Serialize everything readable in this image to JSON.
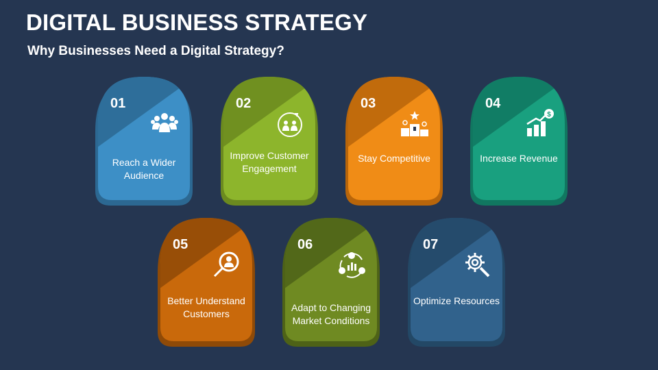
{
  "title": "DIGITAL BUSINESS STRATEGY",
  "subtitle": "Why Businesses Need a Digital Strategy?",
  "cards": [
    {
      "number": "01",
      "text": "Reach a Wider Audience",
      "icon": "audience-icon",
      "color": "#3d8fc6",
      "dark": "#2c6892"
    },
    {
      "number": "02",
      "text": "Improve Customer Engagement",
      "icon": "engagement-icon",
      "color": "#8db52c",
      "dark": "#6b8a1f"
    },
    {
      "number": "03",
      "text": "Stay Competitive",
      "icon": "podium-icon",
      "color": "#f08c16",
      "dark": "#b8650a"
    },
    {
      "number": "04",
      "text": "Increase Revenue",
      "icon": "revenue-chart-icon",
      "color": "#19a07f",
      "dark": "#117760"
    },
    {
      "number": "05",
      "text": "Better Understand Customers",
      "icon": "customer-search-icon",
      "color": "#c9690b",
      "dark": "#8f4a07"
    },
    {
      "number": "06",
      "text": "Adapt to Changing Market Conditions",
      "icon": "market-cycle-icon",
      "color": "#6f8a22",
      "dark": "#4e6217"
    },
    {
      "number": "07",
      "text": "Optimize Resources",
      "icon": "gear-search-icon",
      "color": "#31628c",
      "dark": "#234866"
    }
  ]
}
